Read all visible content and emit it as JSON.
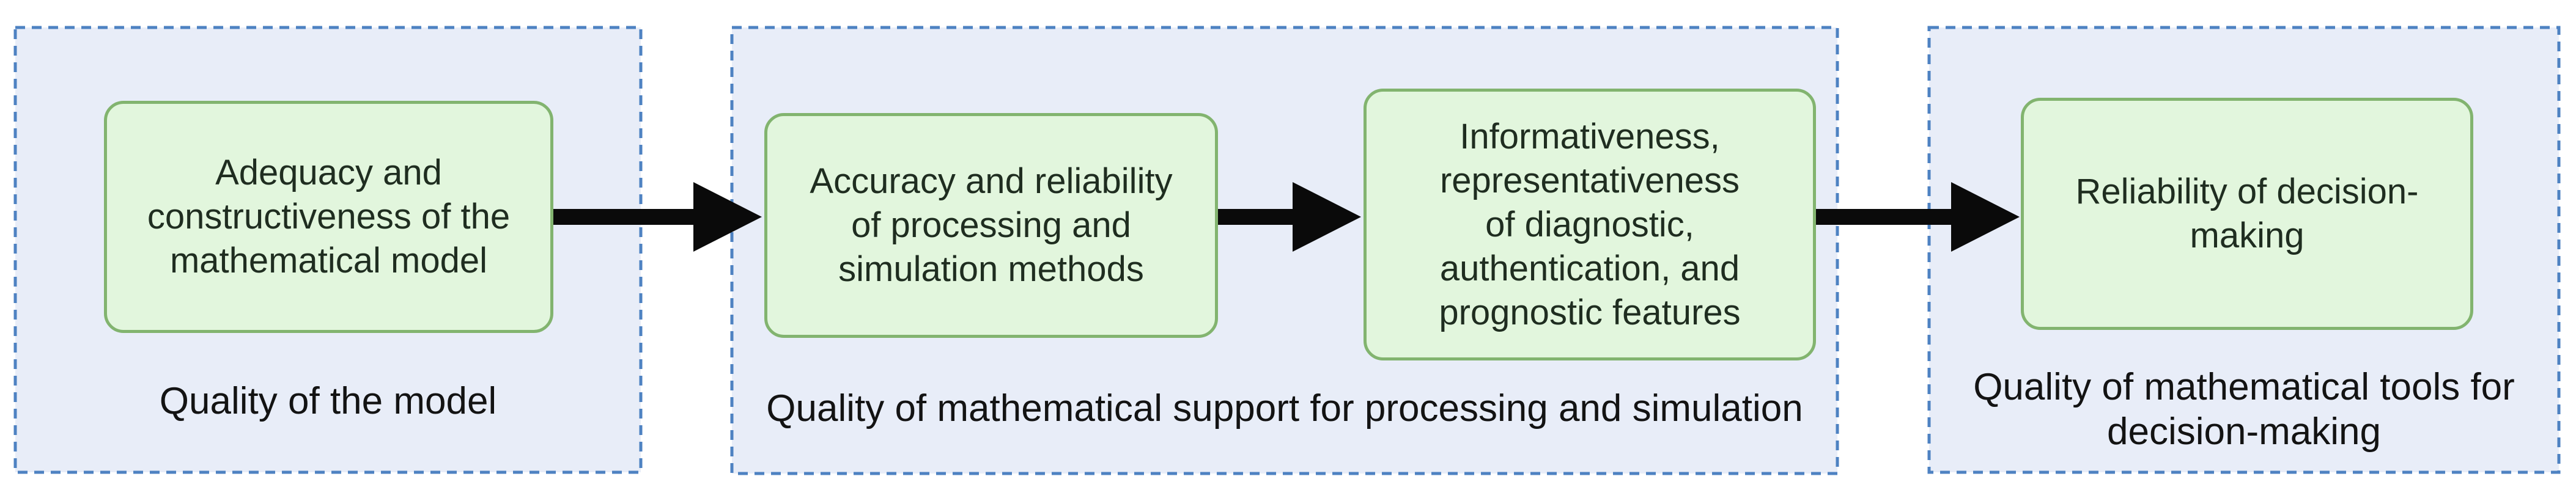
{
  "diagram": {
    "groups": [
      {
        "label_lines": [
          "Quality of the model"
        ],
        "boxes": [
          {
            "lines": [
              "Adequacy and",
              "constructiveness of the",
              "mathematical model"
            ]
          }
        ]
      },
      {
        "label_lines": [
          "Quality of mathematical support for processing and simulation"
        ],
        "boxes": [
          {
            "lines": [
              "Accuracy and reliability",
              "of processing and",
              "simulation methods"
            ]
          },
          {
            "lines": [
              "Informativeness,",
              "representativeness",
              "of diagnostic,",
              "authentication, and",
              "prognostic features"
            ]
          }
        ]
      },
      {
        "label_lines": [
          "Quality of mathematical tools for",
          "decision-making"
        ],
        "boxes": [
          {
            "lines": [
              "Reliability of decision-",
              "making"
            ]
          }
        ]
      }
    ],
    "arrows": [
      {
        "from": "stage-box-model-adequacy",
        "to": "stage-box-processing-accuracy"
      },
      {
        "from": "stage-box-processing-accuracy",
        "to": "stage-box-feature-informativeness"
      },
      {
        "from": "stage-box-feature-informativeness",
        "to": "stage-box-decision-reliability"
      }
    ],
    "colors": {
      "panel_fill": "#E8EDF8",
      "panel_border": "#4E82C2",
      "box_fill": "#E2F6DD",
      "box_border": "#82B46F",
      "arrow": "#0A0A0A",
      "box_text": "#1F2D20",
      "label_text": "#131313",
      "page_background": "#FFFFFF"
    }
  }
}
